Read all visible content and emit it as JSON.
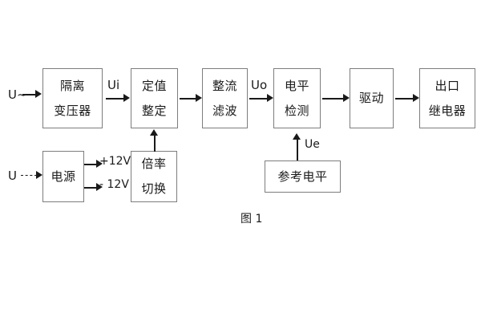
{
  "figure": {
    "caption": "图 1",
    "colors": {
      "box_border": "#7d7d7d",
      "line": "#1a1a1a",
      "text": "#1a1a1a",
      "background": "#ffffff"
    }
  },
  "blocks": {
    "isolation_transformer": {
      "line1": "隔离",
      "line2": "变压器"
    },
    "setting_value": {
      "line1": "定值",
      "line2": "整定"
    },
    "rectify_filter": {
      "line1": "整流",
      "line2": "滤波"
    },
    "level_detection": {
      "line1": "电平",
      "line2": "检测"
    },
    "drive": {
      "line1": "驱动"
    },
    "output_relay": {
      "line1": "出口",
      "line2": "继电器"
    },
    "power_supply": {
      "line1": "电源"
    },
    "multiplier_switch": {
      "line1": "倍率",
      "line2": "切换"
    },
    "reference_level": {
      "line1": "参考电平"
    }
  },
  "labels": {
    "input_ac": "U~",
    "input_dc": "U",
    "signal_ui": "Ui",
    "signal_uo": "Uo",
    "signal_ue": "Ue",
    "rail_positive": "+12V",
    "rail_negative": "- 12V"
  }
}
